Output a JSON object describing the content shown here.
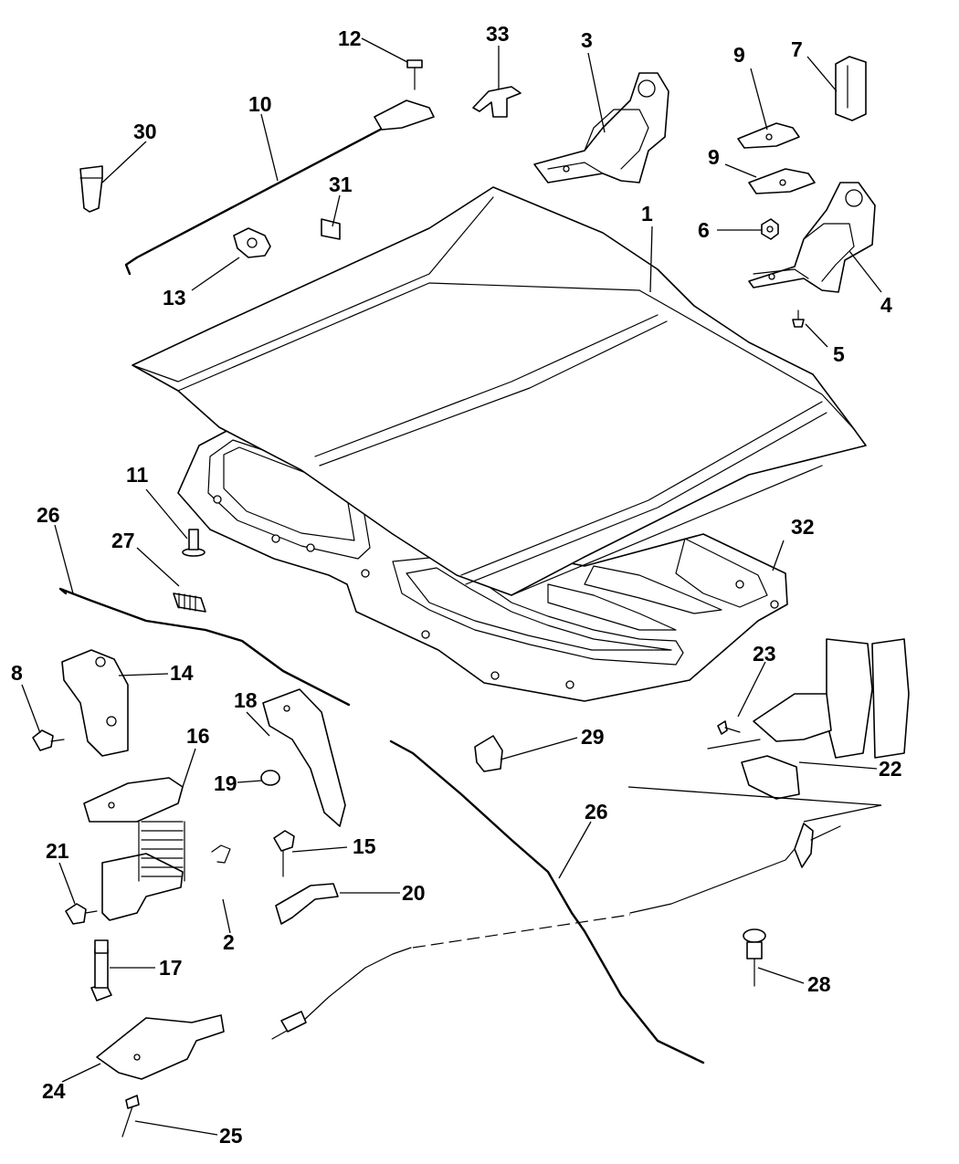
{
  "diagram": {
    "callouts": [
      "1",
      "2",
      "3",
      "4",
      "5",
      "6",
      "7",
      "8",
      "9",
      "9",
      "10",
      "11",
      "12",
      "13",
      "14",
      "15",
      "16",
      "17",
      "18",
      "19",
      "20",
      "21",
      "22",
      "23",
      "24",
      "25",
      "26",
      "26",
      "27",
      "28",
      "29",
      "30",
      "31",
      "32",
      "33"
    ]
  }
}
